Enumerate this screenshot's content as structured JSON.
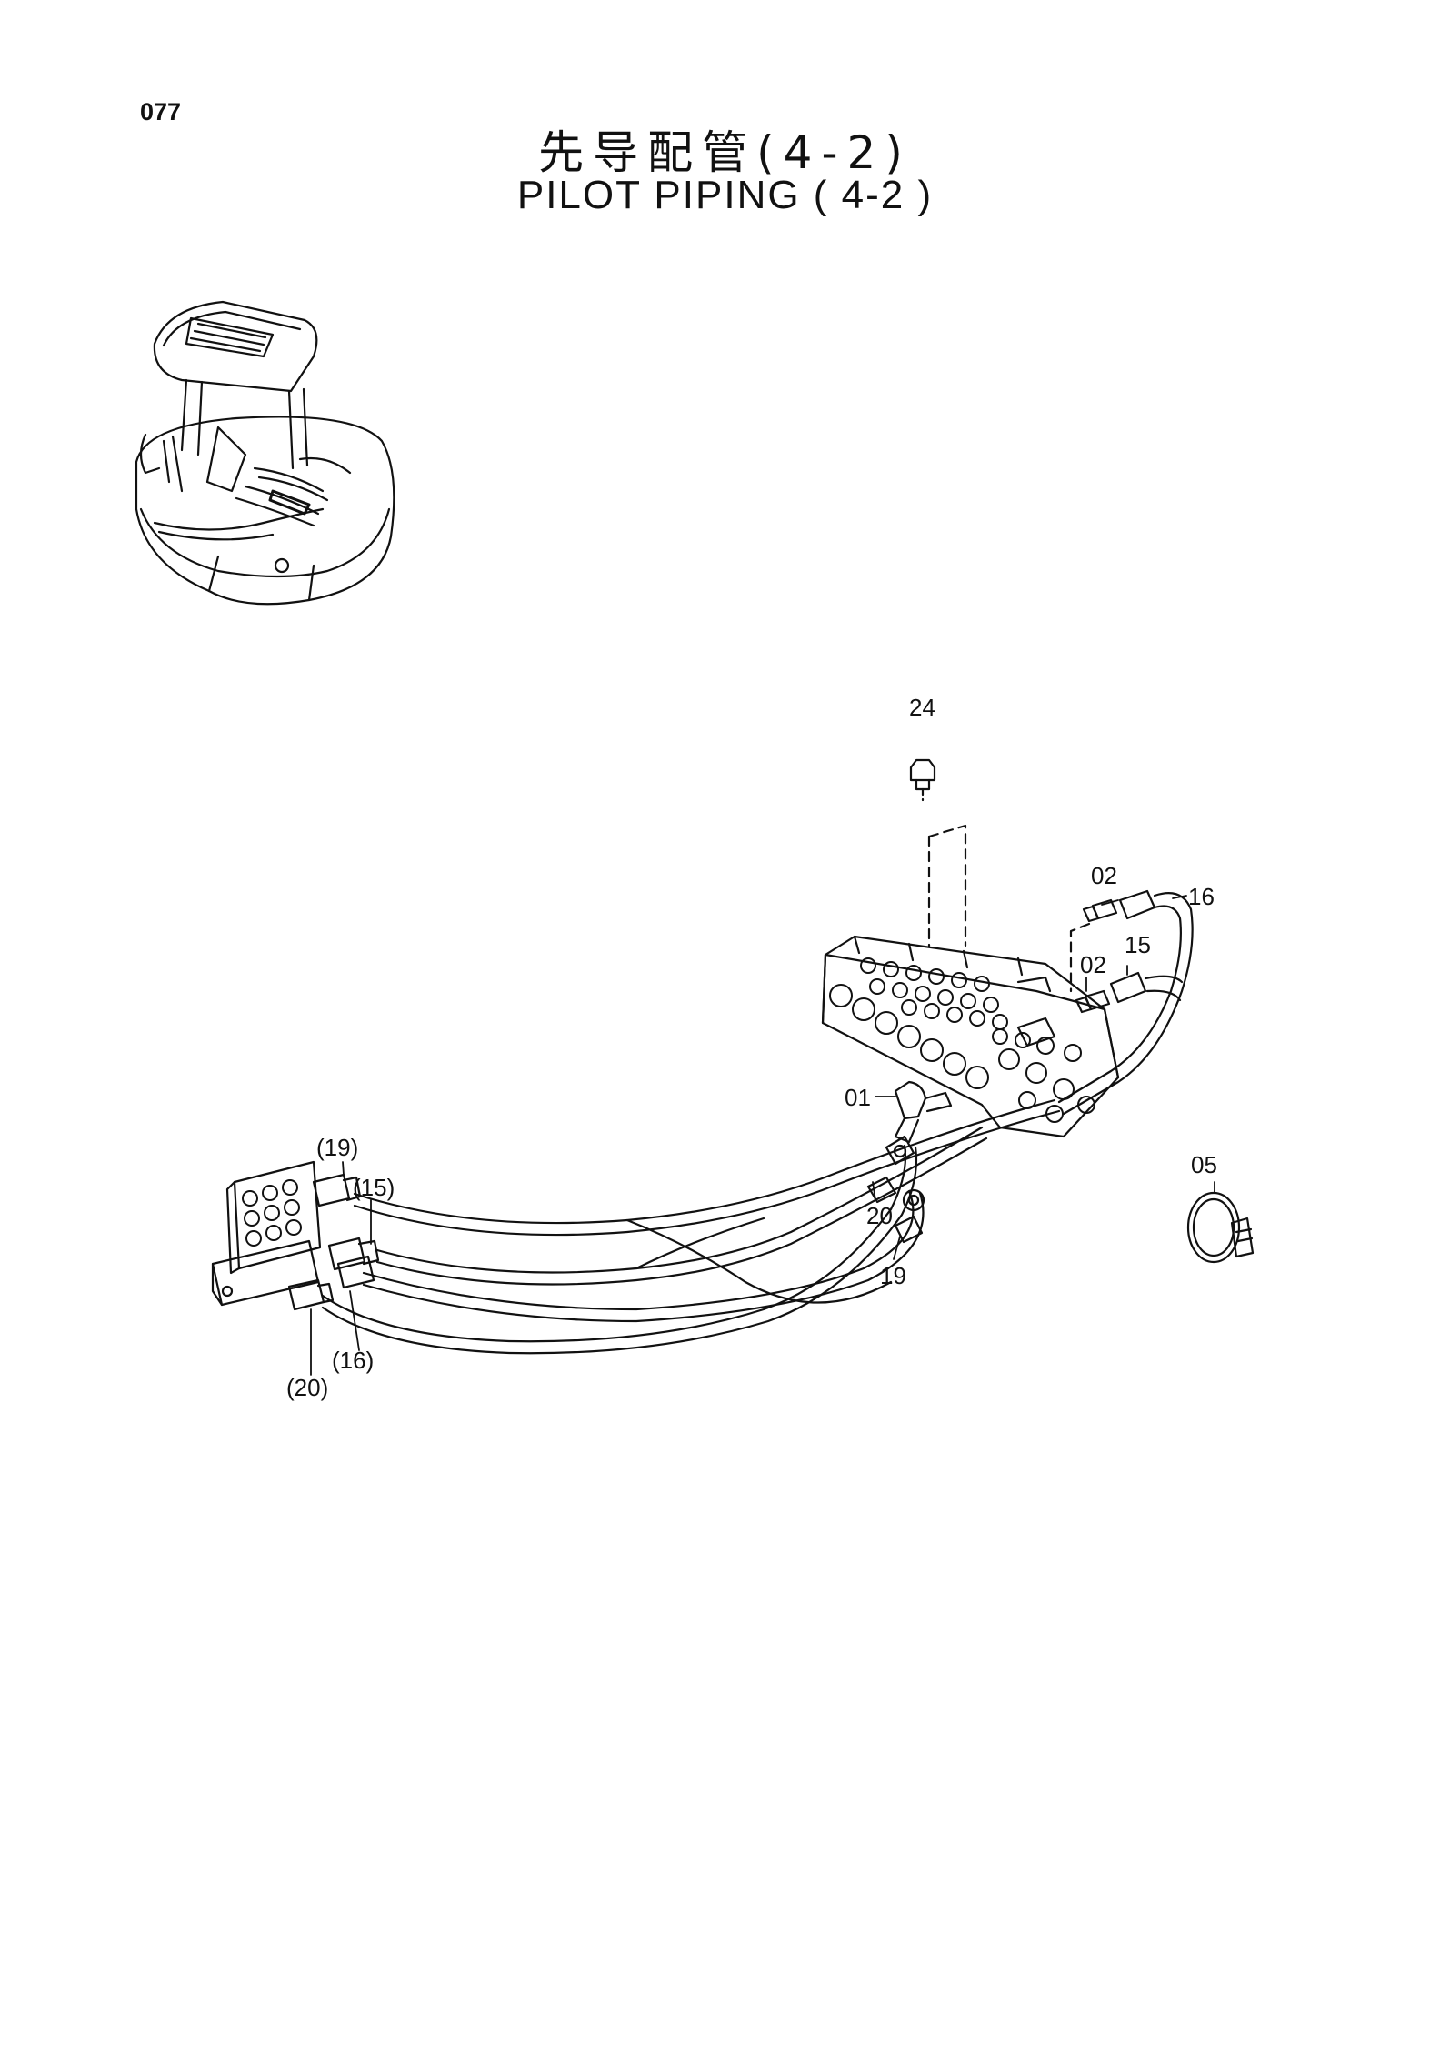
{
  "page_number": "077",
  "title_cn": "先导配管(4-2)",
  "title_en": "PILOT PIPING ( 4-2 )",
  "callouts": {
    "c24": "24",
    "c02a": "02",
    "c16": "16",
    "c15": "15",
    "c02b": "02",
    "c01": "01",
    "c05": "05",
    "c20": "20",
    "c19": "19",
    "p19": "(19)",
    "p15": "(15)",
    "p16": "(16)",
    "p20": "(20)"
  },
  "colors": {
    "ink": "#111111",
    "paper": "#ffffff"
  }
}
